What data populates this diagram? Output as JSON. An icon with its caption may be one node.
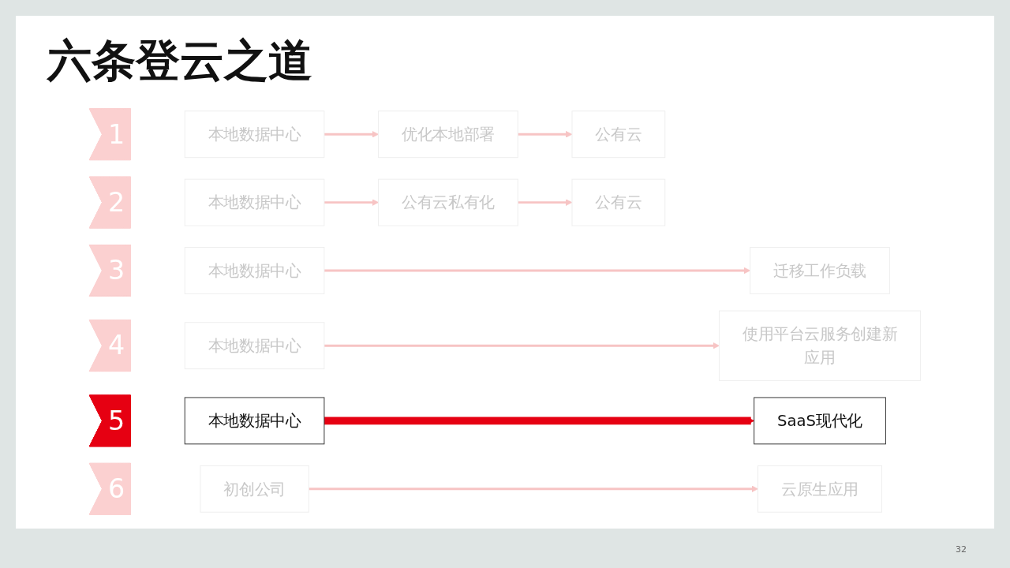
{
  "diagram": {
    "title": "六条登云之道",
    "nodes": [
      {
        "text": [
          "1"
        ]
      },
      {
        "text": [
          "本地数据中心"
        ]
      },
      {
        "text": [
          "优化本地部署"
        ]
      },
      {
        "text": [
          "公有云"
        ]
      },
      {
        "text": [
          "2"
        ]
      },
      {
        "text": [
          "本地数据中心"
        ]
      },
      {
        "text": [
          "公有云私有化"
        ]
      },
      {
        "text": [
          "公有云"
        ]
      },
      {
        "text": [
          "3"
        ]
      },
      {
        "text": [
          "本地数据中心"
        ]
      },
      {
        "text": [
          "迁移工作负载"
        ]
      },
      {
        "text": [
          "4"
        ]
      },
      {
        "text": [
          "本地数据中心"
        ]
      },
      {
        "text": [
          "使用平台云服务创建新应用"
        ]
      },
      {
        "text": [
          "5"
        ]
      },
      {
        "text": [
          "本地数据中心"
        ]
      },
      {
        "text": [
          "SaaS现代化"
        ]
      },
      {
        "text": [
          "6"
        ]
      },
      {
        "text": [
          "初创公司"
        ]
      },
      {
        "text": [
          "云原生应用"
        ]
      }
    ],
    "edges": [
      {
        "from": 1,
        "to": 2,
        "arrow": "to"
      },
      {
        "from": 2,
        "to": 3,
        "arrow": "to"
      },
      {
        "from": 5,
        "to": 6,
        "arrow": "to"
      },
      {
        "from": 6,
        "to": 7,
        "arrow": "to"
      },
      {
        "from": 9,
        "to": 10,
        "arrow": "to"
      },
      {
        "from": 12,
        "to": 13,
        "arrow": "to"
      },
      {
        "from": 15,
        "to": 16,
        "arrow": "to",
        "style": "thick",
        "color": "#e60012"
      },
      {
        "from": 18,
        "to": 19,
        "arrow": "to"
      }
    ],
    "labels": [
      "32"
    ]
  }
}
